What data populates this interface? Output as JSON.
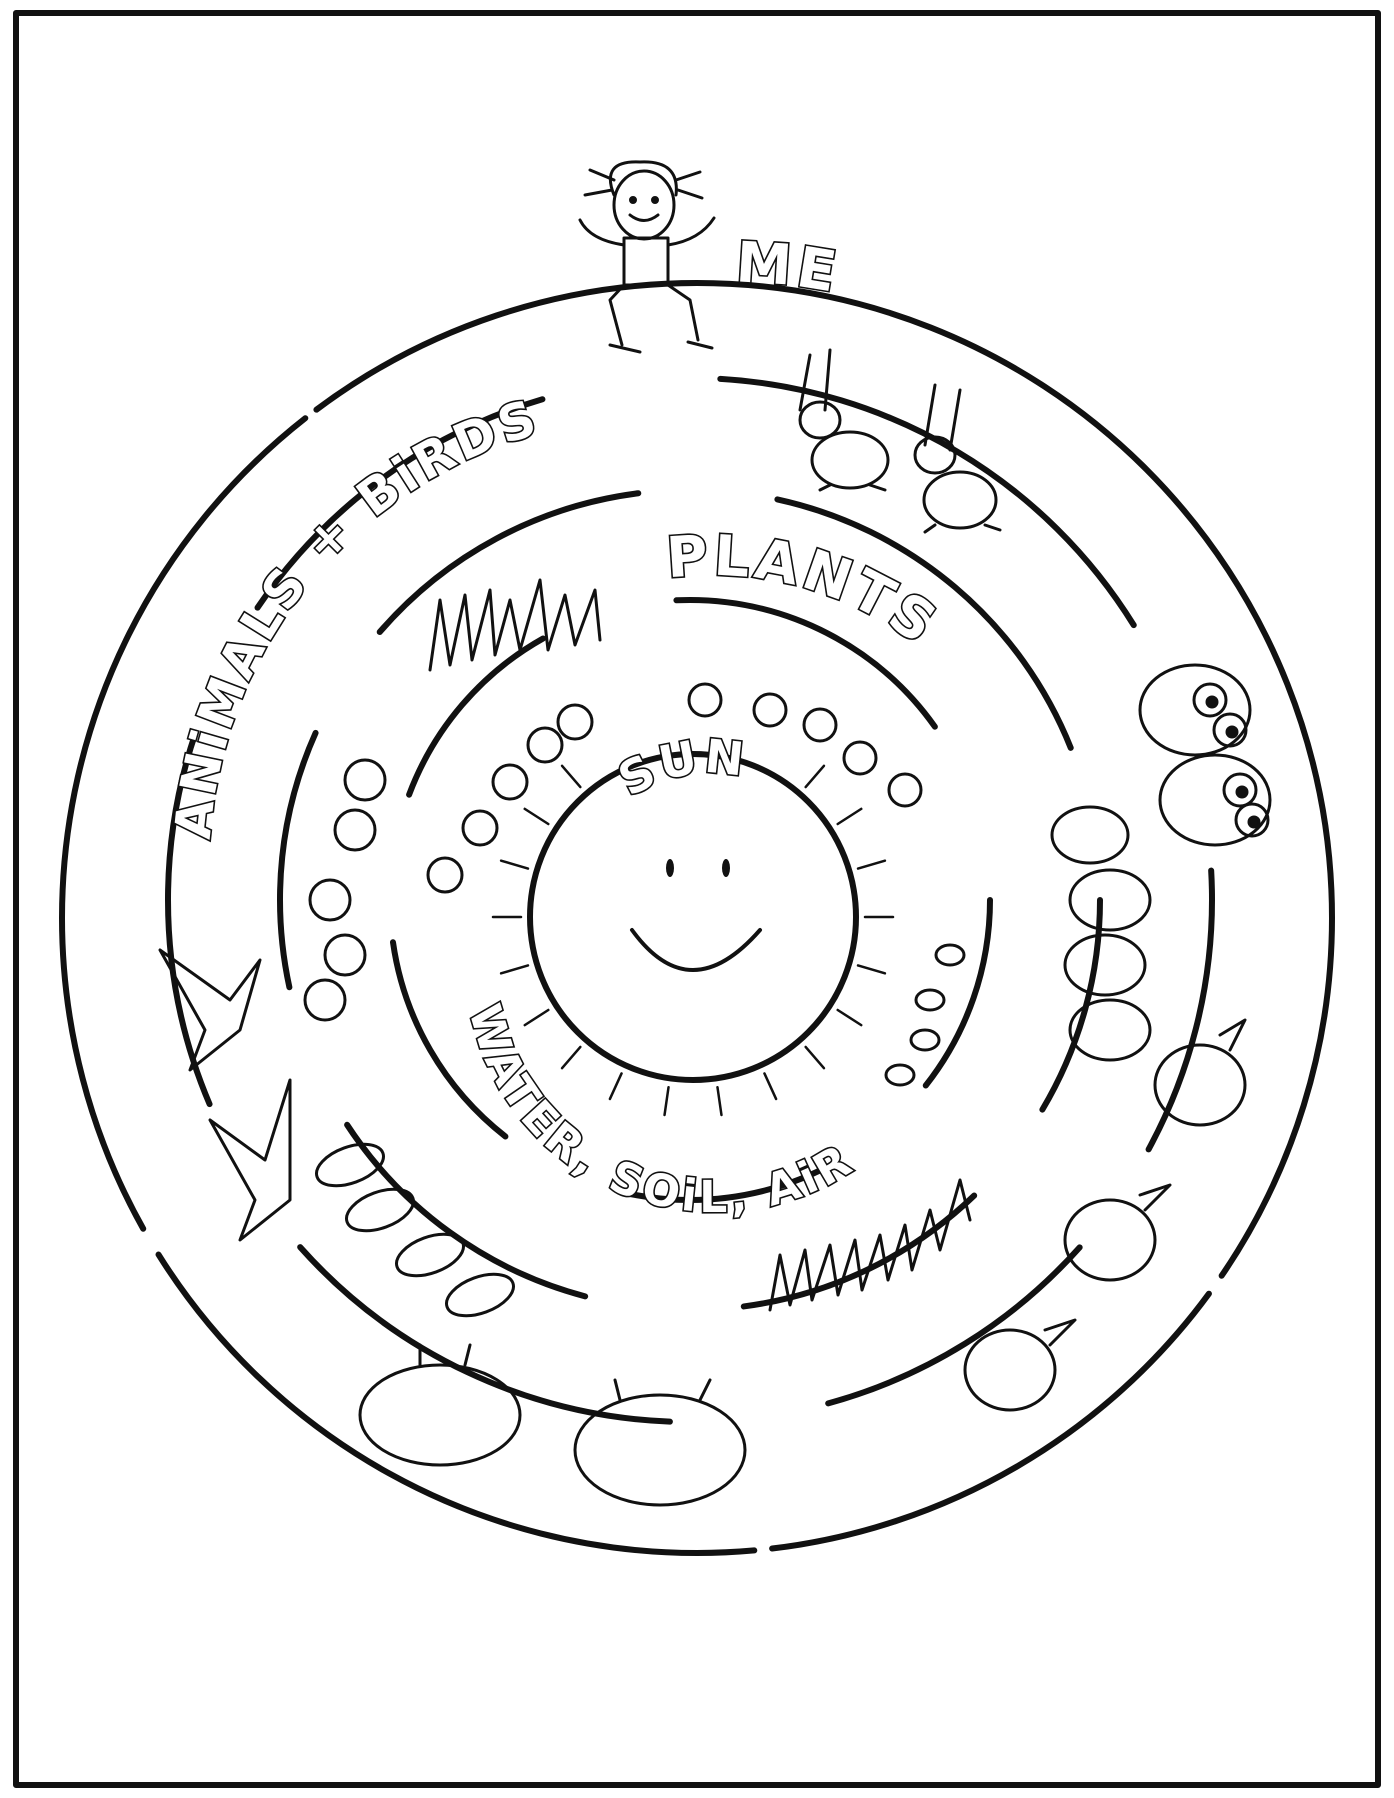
{
  "rings": [
    {
      "id": "me",
      "label": "ME"
    },
    {
      "id": "animals",
      "label": "ANiMALS + BiRDS"
    },
    {
      "id": "plants",
      "label": "PLANTS"
    },
    {
      "id": "elements",
      "label": "WATER, SOiL, AiR"
    },
    {
      "id": "sun",
      "label": "SUN"
    }
  ],
  "colors": {
    "ink": "#111111",
    "paper": "#ffffff"
  },
  "icons": [
    "girl-icon",
    "rabbit-icon",
    "owl-icon",
    "fish-icon",
    "elephant-icon",
    "bird-icon",
    "grass-icon",
    "flower-icon",
    "leaf-icon",
    "tree-icon",
    "cloud-icon",
    "raindrop-icon",
    "snail-shell-icon",
    "smiling-sun-icon"
  ]
}
